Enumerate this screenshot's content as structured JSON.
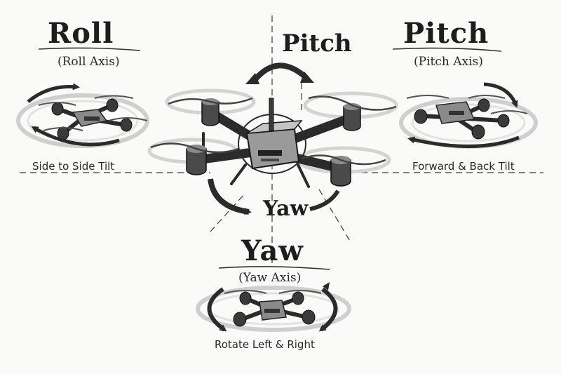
{
  "roll": {
    "title": "Roll",
    "axis": "(Roll Axis)",
    "caption": "Side to Side Tilt"
  },
  "pitch_right": {
    "title": "Pitch",
    "axis": "(Pitch Axis)",
    "caption": "Forward & Back Tilt"
  },
  "yaw_bottom": {
    "title": "Yaw",
    "axis": "(Yaw Axis)",
    "caption": "Rotate Left & Right"
  },
  "center_drone": {
    "pitch_label": "Pitch",
    "yaw_label": "Yaw"
  },
  "colors": {
    "ink": "#2b2b2b",
    "shade": "#6d6d6d",
    "light": "#c9c9c9",
    "paper": "#fafaf8"
  }
}
